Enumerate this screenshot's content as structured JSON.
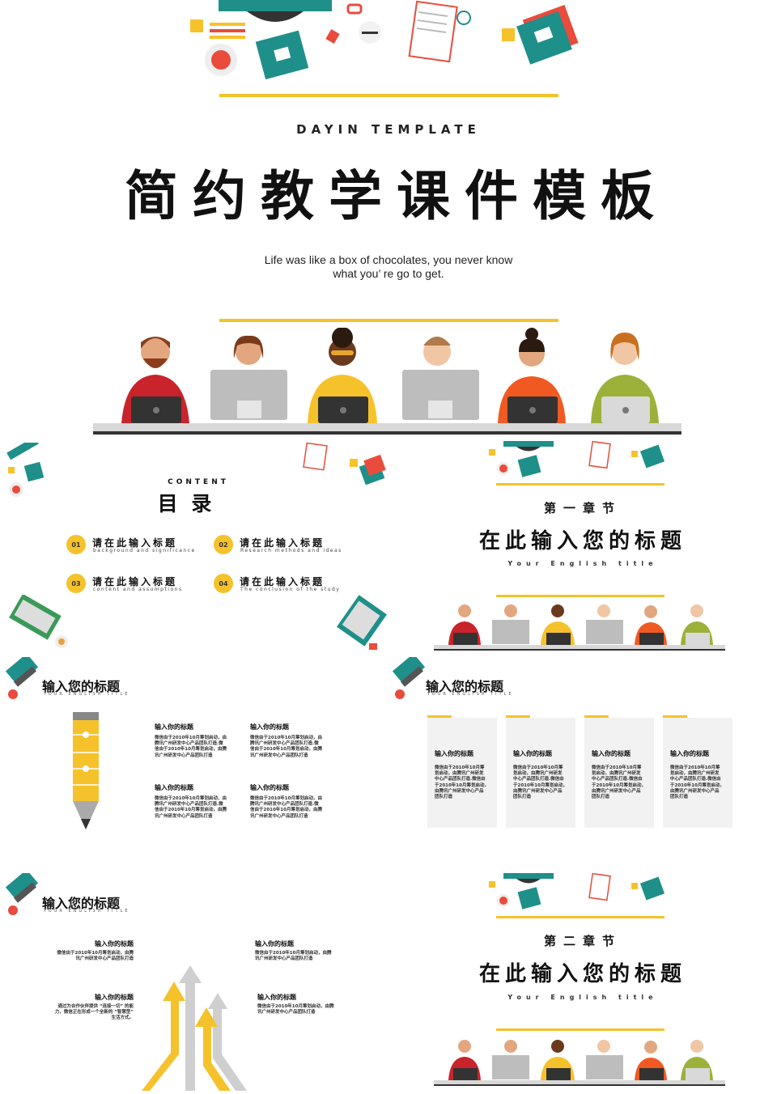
{
  "cover": {
    "english_title": "DAYIN TEMPLATE",
    "chinese_title": "简约教学课件模板",
    "quote_line1": "Life was like a box of chocolates, you never know",
    "quote_line2": "what you’ re go to get."
  },
  "toc": {
    "label": "CONTENT",
    "title": "目 录",
    "items": [
      {
        "num": "01",
        "title": "请在此输入标题",
        "sub": "background and significance"
      },
      {
        "num": "02",
        "title": "请在此输入标题",
        "sub": "Research methods and ideas"
      },
      {
        "num": "03",
        "title": "请在此输入标题",
        "sub": "content and assumptions"
      },
      {
        "num": "04",
        "title": "请在此输入标题",
        "sub": "The conclusion of the study"
      }
    ]
  },
  "section1": {
    "chapter": "第一章节",
    "title": "在此输入您的标题",
    "english": "Your English title"
  },
  "section2": {
    "chapter": "第二章节",
    "title": "在此输入您的标题",
    "english": "Your English title"
  },
  "slide_pencil": {
    "title": "输入您的标题",
    "sub": "YOUR ENGLISH TITLE",
    "blocks": [
      {
        "head": "输入你的标题",
        "lines": [
          "微信由于2010年10月筹划启动，由",
          "腾讯广州研发中心产品团队打造.微",
          "信由于2010年10月筹划启动，由腾",
          "讯广州研发中心产品团队打造"
        ]
      },
      {
        "head": "输入你的标题",
        "lines": [
          "微信由于2010年10月筹划启动，由",
          "腾讯广州研发中心产品团队打造.微",
          "信由于2010年10月筹划启动，由腾",
          "讯广州研发中心产品团队打造"
        ]
      },
      {
        "head": "输入你的标题",
        "lines": [
          "微信由于2010年10月筹划启动，由",
          "腾讯广州研发中心产品团队打造.微",
          "信由于2010年10月筹划启动，由腾",
          "讯广州研发中心产品团队打造"
        ]
      },
      {
        "head": "输入你的标题",
        "lines": [
          "微信由于2010年10月筹划启动，由",
          "腾讯广州研发中心产品团队打造.微",
          "信由于2010年10月筹划启动，由腾",
          "讯广州研发中心产品团队打造"
        ]
      }
    ]
  },
  "slide_cards": {
    "title": "输入您的标题",
    "sub": "YOUR ENGLISH TITLE",
    "cards": [
      {
        "head": "输入你的标题",
        "lines": [
          "微信由于2010年10月筹",
          "划启动，由腾讯广州研发",
          "中心产品团队打造.微信由",
          "于2010年10月筹划启动，",
          "由腾讯广州研发中心产品",
          "团队打造"
        ]
      },
      {
        "head": "输入你的标题",
        "lines": [
          "微信由于2010年10月筹",
          "划启动，由腾讯广州研发",
          "中心产品团队打造.微信由",
          "于2010年10月筹划启动，",
          "由腾讯广州研发中心产品",
          "团队打造"
        ]
      },
      {
        "head": "输入你的标题",
        "lines": [
          "微信由于2010年10月筹",
          "划启动，由腾讯广州研发",
          "中心产品团队打造.微信由",
          "于2010年10月筹划启动，",
          "由腾讯广州研发中心产品",
          "团队打造"
        ]
      },
      {
        "head": "输入你的标题",
        "lines": [
          "微信由于2010年10月筹",
          "划启动，由腾讯广州研发",
          "中心产品团队打造.微信由",
          "于2010年10月筹划启动，",
          "由腾讯广州研发中心产品",
          "团队打造"
        ]
      }
    ]
  },
  "slide_arrows": {
    "title": "输入您的标题",
    "sub": "YOUR ENGLISH TITLE",
    "blocks": [
      {
        "head": "输入你的标题",
        "lines": [
          "微信由于2010年10月筹划启动，由腾",
          "讯广州研发中心产品团队打造"
        ]
      },
      {
        "head": "输入你的标题",
        "lines": [
          "微信由于2010年10月筹划启动，由腾",
          "讯广州研发中心产品团队打造"
        ]
      },
      {
        "head": "输入你的标题",
        "lines": [
          "通过为合作伙伴提供 “连接一切” 的能",
          "力，微信正在形成一个全新的 “智慧型”",
          "生活方式。"
        ]
      },
      {
        "head": "输入你的标题",
        "lines": [
          "微信由于2010年10月筹划启动，由腾",
          "讯广州研发中心产品团队打造"
        ]
      }
    ]
  },
  "colors": {
    "accent": "#f6c22b",
    "teal": "#1f8f8a",
    "red": "#e94b3c"
  }
}
